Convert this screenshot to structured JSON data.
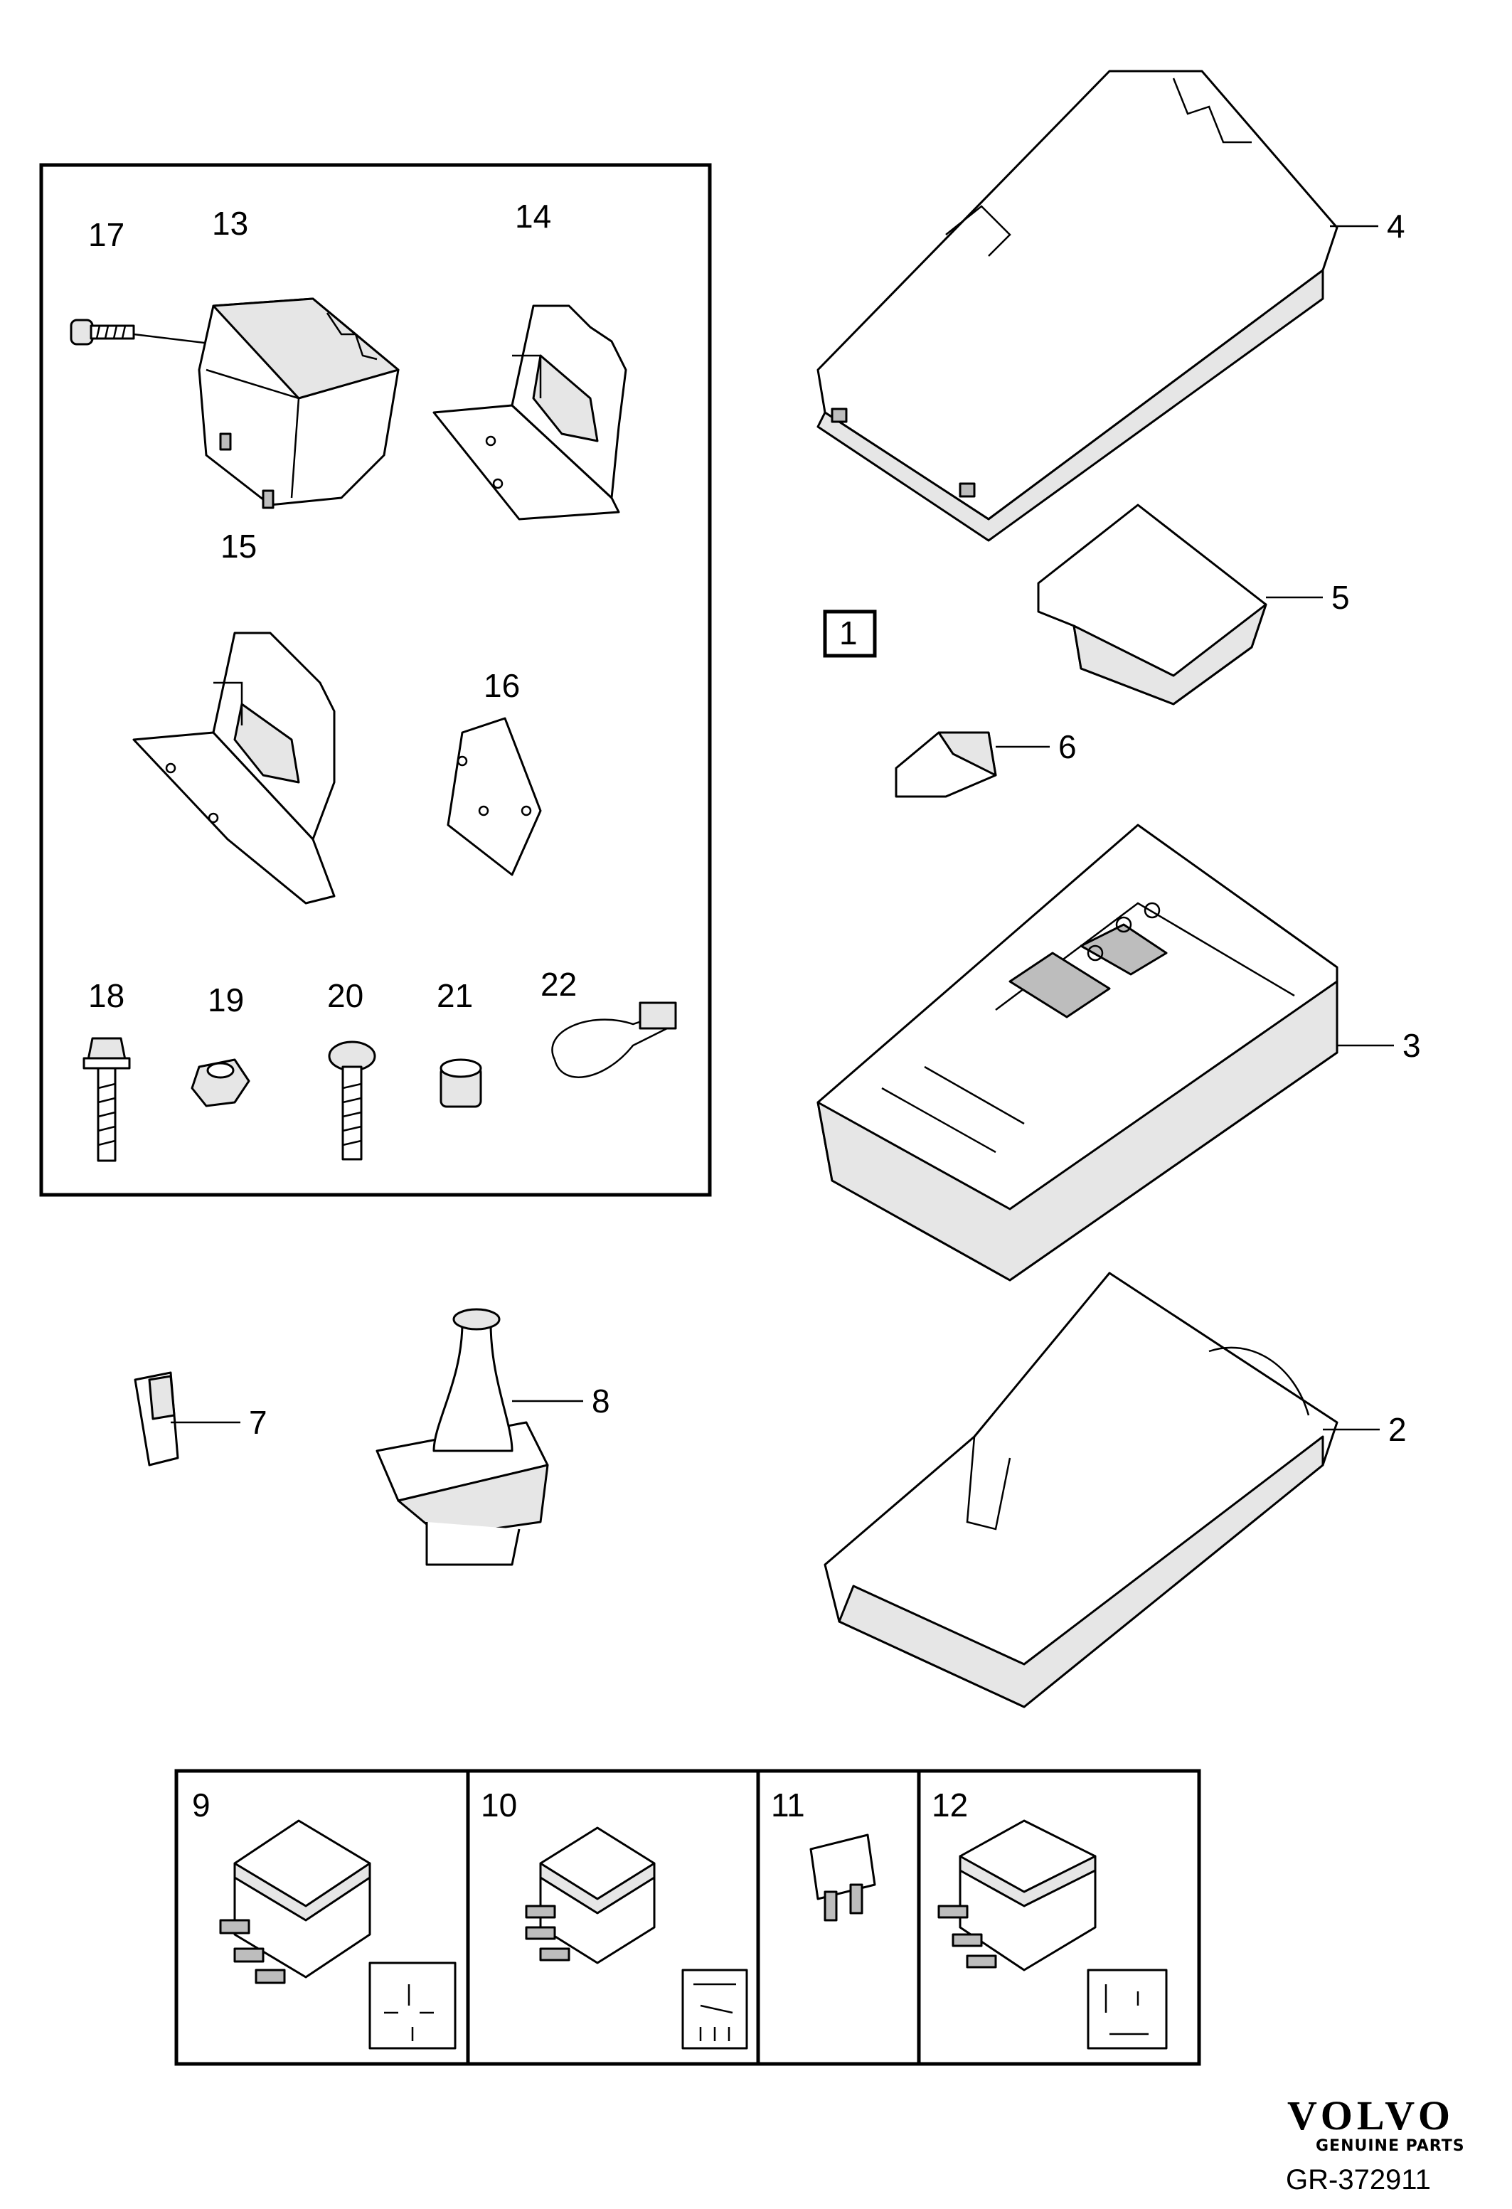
{
  "diagram": {
    "callouts": [
      "1",
      "2",
      "3",
      "4",
      "5",
      "6",
      "7",
      "8",
      "9",
      "10",
      "11",
      "12",
      "13",
      "14",
      "15",
      "16",
      "17",
      "18",
      "19",
      "20",
      "21",
      "22"
    ],
    "relay_panels": [
      {
        "number": "9"
      },
      {
        "number": "10"
      },
      {
        "number": "11"
      },
      {
        "number": "12"
      }
    ]
  },
  "branding": {
    "logo_text": "VOLVO",
    "logo_subtitle": "GENUINE PARTS",
    "drawing_code": "GR-372911"
  }
}
